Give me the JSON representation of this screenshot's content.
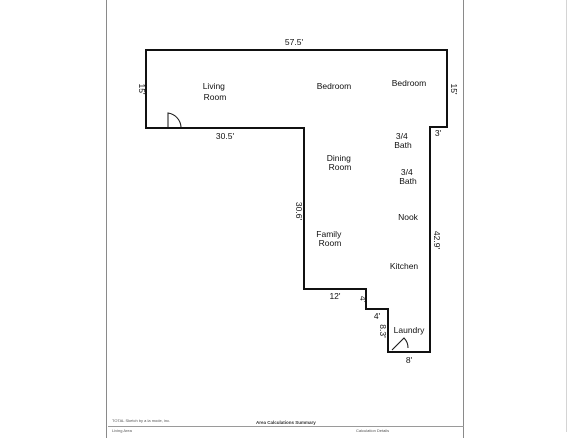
{
  "rooms": {
    "living_room": "Living\nRoom",
    "bedroom_1": "Bedroom",
    "bedroom_2": "Bedroom",
    "bath_1": "3/4\nBath",
    "bath_2": "3/4\nBath",
    "dining_room": "Dining\nRoom",
    "family_room": "Family\nRoom",
    "nook": "Nook",
    "kitchen": "Kitchen",
    "laundry": "Laundry"
  },
  "dimensions": {
    "top": "57.5'",
    "left": "15'",
    "right": "15'",
    "notch_top": "3'",
    "living_bottom": "30.5'",
    "family_left": "30.6'",
    "east_side": "42.9'",
    "step_bottom": "12'",
    "step_small_1": "4'",
    "step_small_2": "4'",
    "laundry_left": "8.3'",
    "bottom": "8'"
  },
  "footer": {
    "credit": "TOTAL Sketch by a la mode, inc.",
    "summary_title": "Area Calculations Summary",
    "left_header": "Living Area",
    "right_header": "Calculation Details"
  }
}
